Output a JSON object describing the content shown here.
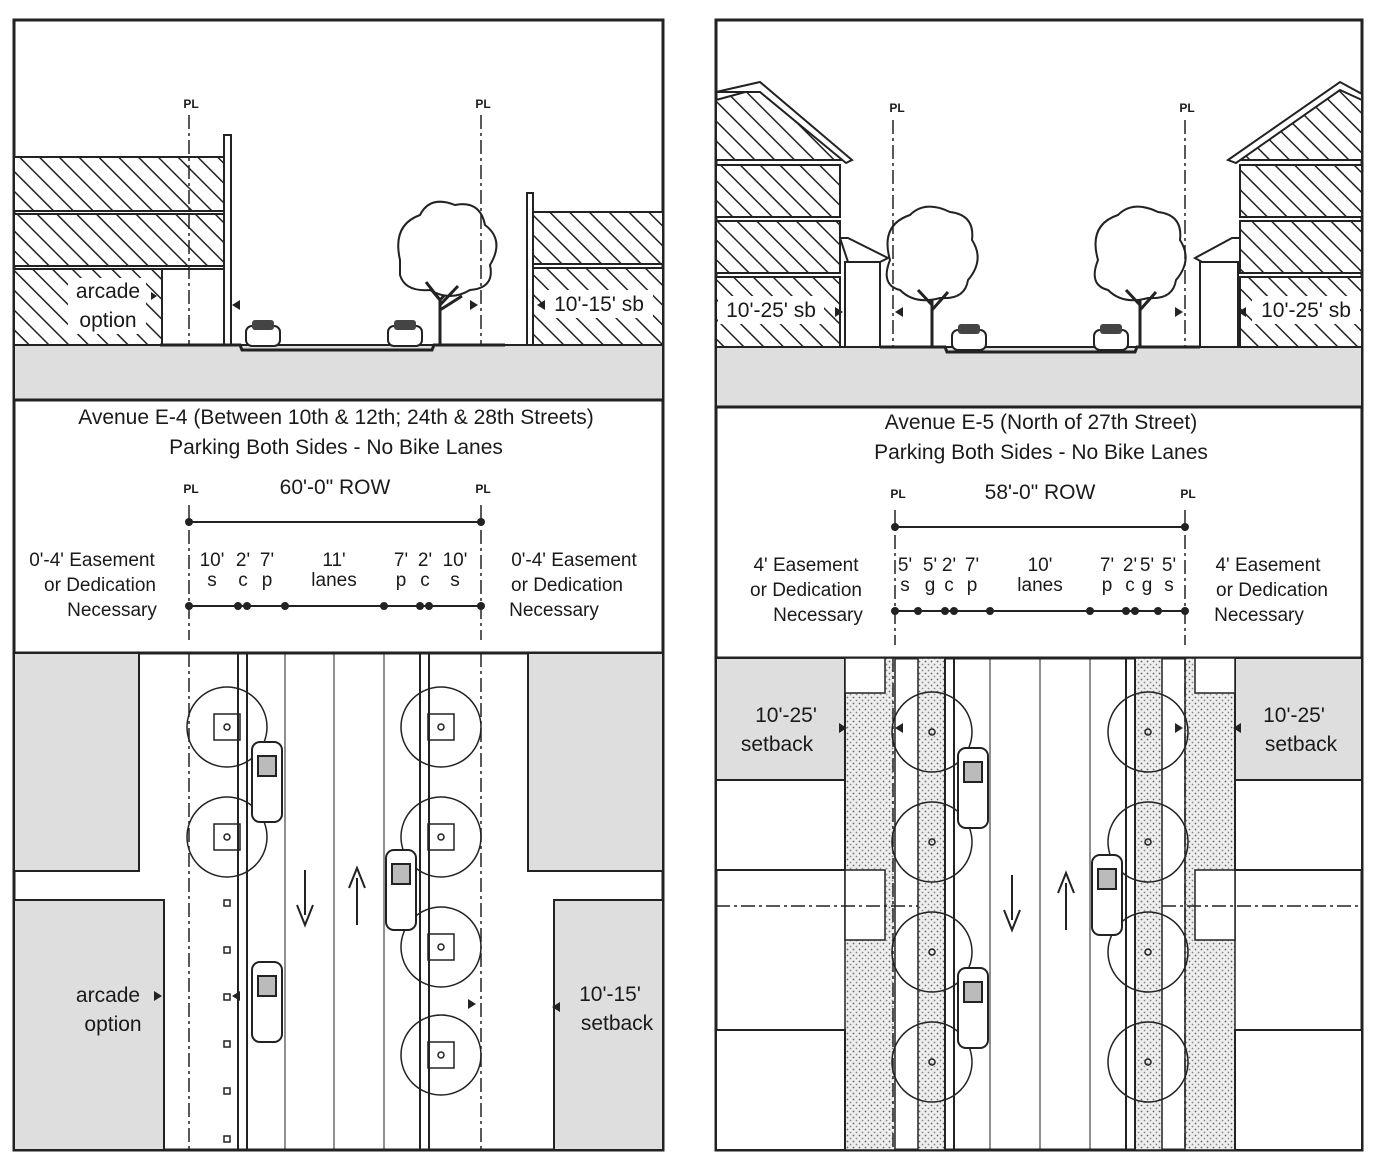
{
  "panels": [
    {
      "title": "Avenue E-4 (Between 10th & 12th; 24th & 28th Streets)",
      "subtitle": "Parking Both Sides - No Bike Lanes",
      "pl_label": "PL",
      "row": "60'-0\" ROW",
      "easement_left": [
        "0'-4' Easement",
        "or Dedication",
        "Necessary"
      ],
      "easement_right": [
        "0'-4' Easement",
        "or Dedication",
        "Necessary"
      ],
      "lanes": [
        {
          "w": "10'",
          "c": "s"
        },
        {
          "w": "2'",
          "c": "c"
        },
        {
          "w": "7'",
          "c": "p"
        },
        {
          "w": "11'",
          "c": "lanes"
        },
        {
          "w": "7'",
          "c": "p"
        },
        {
          "w": "2'",
          "c": "c"
        },
        {
          "w": "10'",
          "c": "s"
        }
      ],
      "section_left": [
        "arcade",
        "option"
      ],
      "section_right": "10'-15' sb",
      "plan_left": [
        "arcade",
        "option"
      ],
      "plan_right": [
        "10'-15'",
        "setback"
      ]
    },
    {
      "title": "Avenue E-5 (North of 27th Street)",
      "subtitle": "Parking Both Sides - No Bike Lanes",
      "pl_label": "PL",
      "row": "58'-0\" ROW",
      "easement_left": [
        "4' Easement",
        "or Dedication",
        "Necessary"
      ],
      "easement_right": [
        "4' Easement",
        "or Dedication",
        "Necessary"
      ],
      "lanes": [
        {
          "w": "5'",
          "c": "s"
        },
        {
          "w": "5'",
          "c": "g"
        },
        {
          "w": "2'",
          "c": "c"
        },
        {
          "w": "7'",
          "c": "p"
        },
        {
          "w": "10'",
          "c": "lanes"
        },
        {
          "w": "7'",
          "c": "p"
        },
        {
          "w": "2'",
          "c": "c"
        },
        {
          "w": "5'",
          "c": "g"
        },
        {
          "w": "5'",
          "c": "s"
        }
      ],
      "section_left": "10'-25' sb",
      "section_right": "10'-25' sb",
      "plan_left": [
        "10'-25'",
        "setback"
      ],
      "plan_right": [
        "10'-25'",
        "setback"
      ]
    }
  ]
}
